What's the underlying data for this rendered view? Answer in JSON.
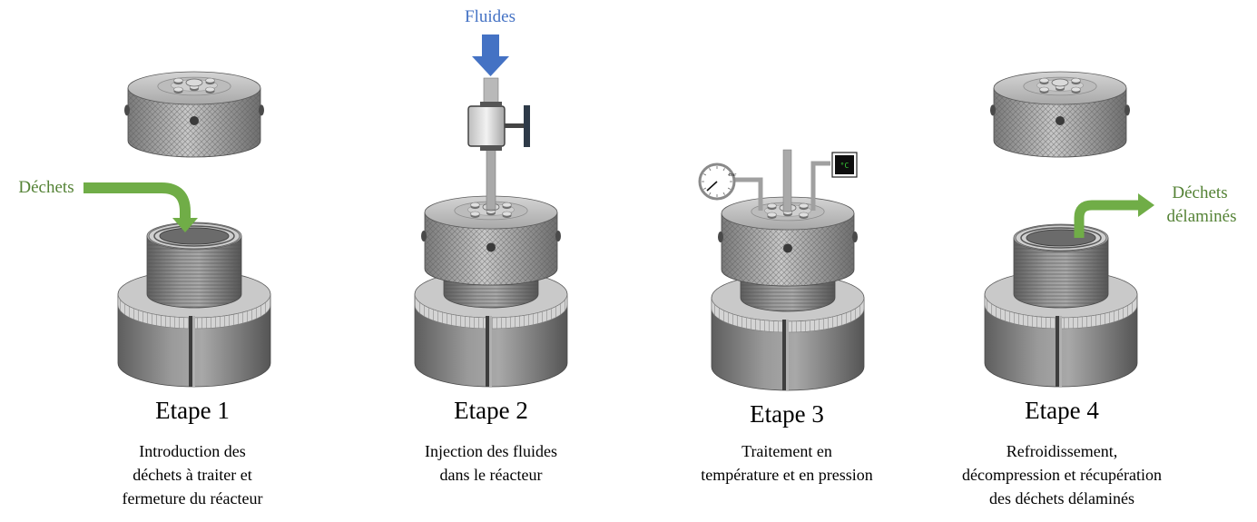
{
  "arrows": {
    "fluids": "Fluides",
    "waste_in": "Déchets",
    "waste_out_line1": "Déchets",
    "waste_out_line2": "délaminés"
  },
  "instruments": {
    "temp_display": "°C",
    "gauge_unit": "bar"
  },
  "colors": {
    "green_arrow": "#70ad47",
    "green_text": "#548235",
    "blue_arrow": "#4472c4",
    "metal": "#8c8c8c"
  },
  "steps": [
    {
      "title": "Etape 1",
      "desc": [
        "Introduction des",
        "déchets à traiter et",
        "fermeture du réacteur"
      ]
    },
    {
      "title": "Etape 2",
      "desc": [
        "Injection des fluides",
        "dans le réacteur"
      ]
    },
    {
      "title": "Etape 3",
      "desc": [
        "Traitement en",
        "température et en pression"
      ]
    },
    {
      "title": "Etape 4",
      "desc": [
        "Refroidissement,",
        "décompression et récupération",
        "des déchets délaminés"
      ]
    }
  ]
}
